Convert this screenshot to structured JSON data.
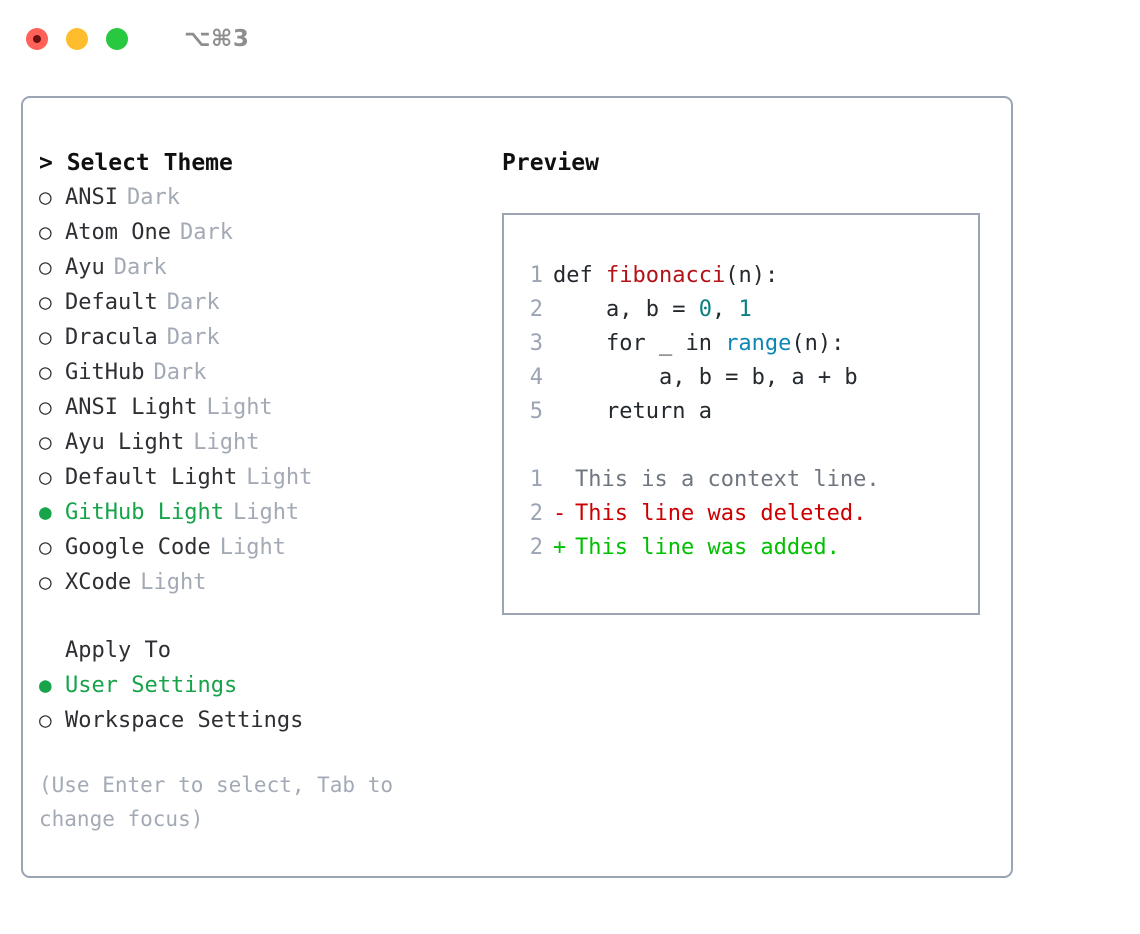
{
  "titlebar": {
    "shortcut": "⌥⌘3",
    "lights": [
      {
        "name": "close",
        "color": "#ff6159"
      },
      {
        "name": "minimize",
        "color": "#ffbd2e"
      },
      {
        "name": "zoom",
        "color": "#28c840"
      }
    ]
  },
  "colors": {
    "accent_green": "#16a34a",
    "panel_border": "#9aa4b2",
    "muted_text": "#a3aab5",
    "body_text": "#2d2f33",
    "diff_added": "#00c000",
    "diff_deleted": "#cc0000",
    "diff_context": "#6f7680",
    "code_function": "#b31217",
    "code_number": "#0b7f82",
    "code_call": "#0e87b5"
  },
  "theme_picker": {
    "header": "> Select Theme",
    "bullet_unselected": "○",
    "bullet_selected": "●",
    "items": [
      {
        "label": "ANSI",
        "variant": "Dark",
        "selected": false
      },
      {
        "label": "Atom One",
        "variant": "Dark",
        "selected": false
      },
      {
        "label": "Ayu",
        "variant": "Dark",
        "selected": false
      },
      {
        "label": "Default",
        "variant": "Dark",
        "selected": false
      },
      {
        "label": "Dracula",
        "variant": "Dark",
        "selected": false
      },
      {
        "label": "GitHub",
        "variant": "Dark",
        "selected": false
      },
      {
        "label": "ANSI Light",
        "variant": "Light",
        "selected": false
      },
      {
        "label": "Ayu Light",
        "variant": "Light",
        "selected": false
      },
      {
        "label": "Default Light",
        "variant": "Light",
        "selected": false
      },
      {
        "label": "GitHub Light",
        "variant": "Light",
        "selected": true
      },
      {
        "label": "Google Code",
        "variant": "Light",
        "selected": false
      },
      {
        "label": "XCode",
        "variant": "Light",
        "selected": false
      }
    ]
  },
  "apply_to": {
    "header": "Apply To",
    "items": [
      {
        "label": "User Settings",
        "selected": true
      },
      {
        "label": "Workspace Settings",
        "selected": false
      }
    ]
  },
  "hint": "(Use Enter to select, Tab to change focus)",
  "preview": {
    "title": "Preview",
    "code_lines": [
      {
        "number": "1",
        "tokens": [
          {
            "text": "def ",
            "type": "plain"
          },
          {
            "text": "fibonacci",
            "type": "function"
          },
          {
            "text": "(n):",
            "type": "plain"
          }
        ]
      },
      {
        "number": "2",
        "tokens": [
          {
            "text": "    a, b = ",
            "type": "plain"
          },
          {
            "text": "0",
            "type": "number"
          },
          {
            "text": ", ",
            "type": "plain"
          },
          {
            "text": "1",
            "type": "number"
          }
        ]
      },
      {
        "number": "3",
        "tokens": [
          {
            "text": "    for _ in ",
            "type": "plain"
          },
          {
            "text": "range",
            "type": "call"
          },
          {
            "text": "(n):",
            "type": "plain"
          }
        ]
      },
      {
        "number": "4",
        "tokens": [
          {
            "text": "        a, b = b, a + b",
            "type": "plain"
          }
        ]
      },
      {
        "number": "5",
        "tokens": [
          {
            "text": "    return a",
            "type": "plain"
          }
        ]
      }
    ],
    "diff_lines": [
      {
        "number": "1",
        "sign": " ",
        "text": "This is a context line.",
        "kind": "context"
      },
      {
        "number": "2",
        "sign": "-",
        "text": "This line was deleted.",
        "kind": "deleted"
      },
      {
        "number": "2",
        "sign": "+",
        "text": "This line was added.",
        "kind": "added"
      }
    ]
  }
}
